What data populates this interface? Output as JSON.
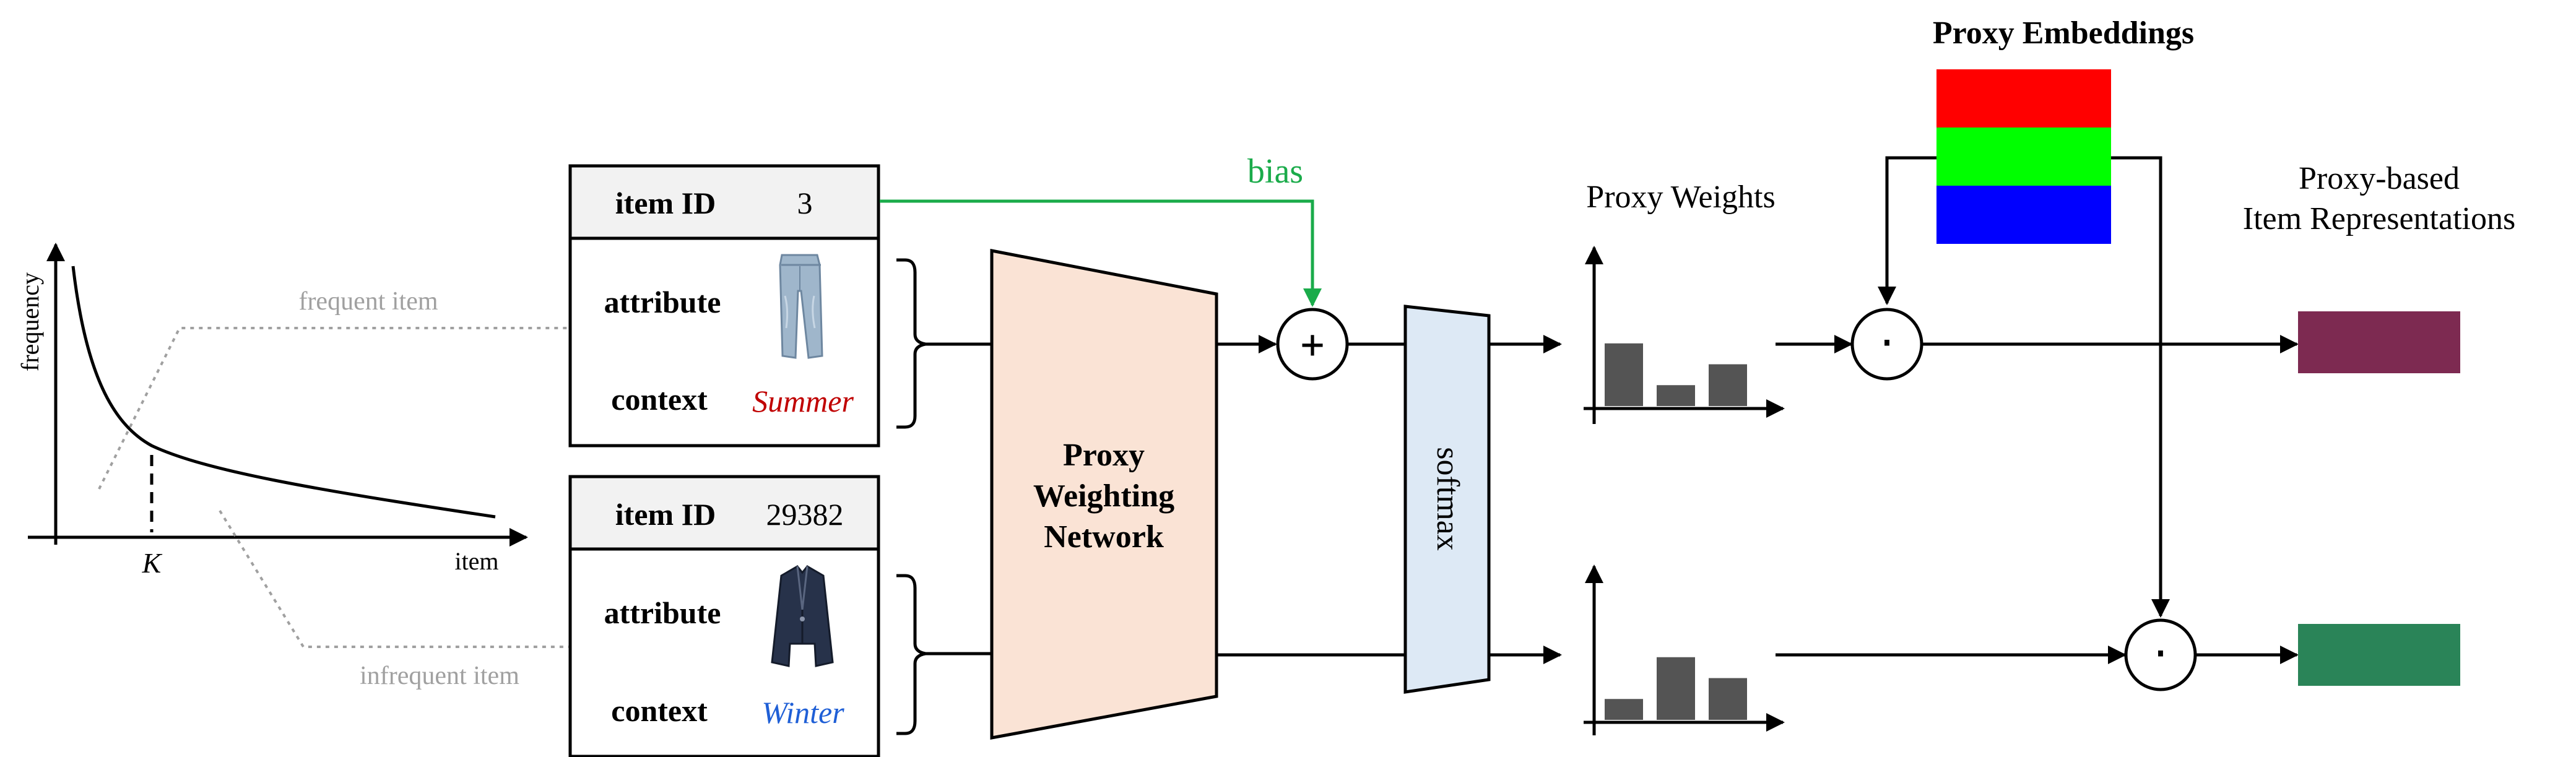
{
  "curve_plot": {
    "y_axis_label": "frequency",
    "x_axis_label": "item",
    "threshold_label": "K",
    "frequent_label": "frequent item",
    "infrequent_label": "infrequent item"
  },
  "items": [
    {
      "id_label": "item ID",
      "id_value": "3",
      "attribute_label": "attribute",
      "attribute_icon": "jeans-icon",
      "context_label": "context",
      "context_value": "Summer",
      "context_color": "#c00000"
    },
    {
      "id_label": "item ID",
      "id_value": "29382",
      "attribute_label": "attribute",
      "attribute_icon": "blazer-icon",
      "context_label": "context",
      "context_value": "Winter",
      "context_color": "#1f5fd6"
    }
  ],
  "network": {
    "label_lines": [
      "Proxy",
      "Weighting",
      "Network"
    ],
    "fill_color": "#fae3d5"
  },
  "bias_label": "bias",
  "bias_color": "#1aab4a",
  "softmax": {
    "label": "softmax",
    "fill_color": "#dde9f5"
  },
  "proxy_weights": {
    "title": "Proxy Weights",
    "frequent_bars": [
      0.75,
      0.25,
      0.5
    ],
    "infrequent_bars": [
      0.25,
      0.75,
      0.5
    ]
  },
  "proxy_embeddings": {
    "title": "Proxy Embeddings",
    "colors": [
      "#ff0000",
      "#00ff00",
      "#0000ff"
    ]
  },
  "representations": {
    "title_lines": [
      "Proxy-based",
      "Item Representations"
    ],
    "frequent_color": "#7d2a51",
    "infrequent_color": "#2a8458"
  },
  "operators": {
    "add": "+",
    "dot": "·"
  }
}
